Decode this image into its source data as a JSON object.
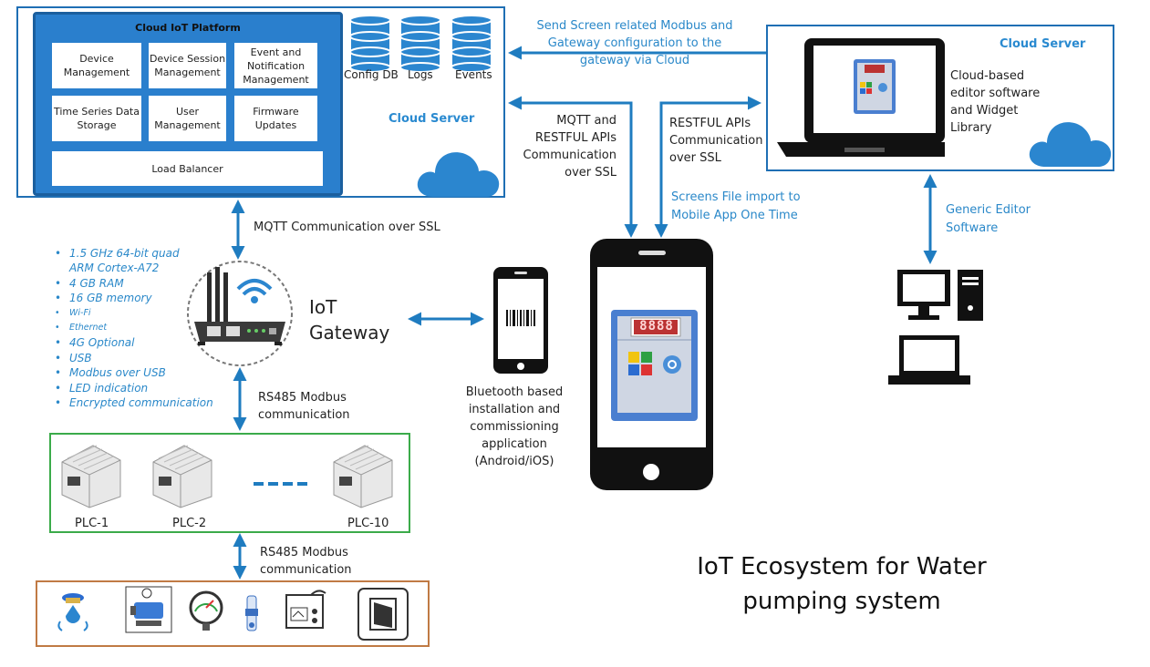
{
  "platform": {
    "title": "Cloud IoT Platform",
    "cells": [
      "Device Management",
      "Device Session Management",
      "Event and Notification Management",
      "Time Series Data Storage",
      "User Management",
      "Firmware Updates"
    ],
    "load_balancer": "Load Balancer"
  },
  "databases": [
    "Config DB",
    "Logs",
    "Events"
  ],
  "cloud_server_left": "Cloud Server",
  "cloud_server_right": "Cloud Server",
  "right_editor_text": "Cloud-based editor software and Widget Library",
  "arrow_labels": {
    "send_screen": "Send Screen related Modbus and Gateway configuration to the gateway via Cloud",
    "mqtt_restful": "MQTT and RESTFUL APIs Communication over SSL",
    "restful": "RESTFUL APIs Communication over SSL",
    "screens_import": "Screens File import to Mobile App One Time",
    "generic_editor": "Generic Editor Software",
    "mqtt_ssl": "MQTT Communication over SSL",
    "rs485_1": "RS485 Modbus communication",
    "rs485_2": "RS485 Modbus communication"
  },
  "gateway": {
    "label": "IoT Gateway"
  },
  "specs": [
    "1.5 GHz 64-bit quad ARM Cortex-A72",
    "4 GB RAM",
    "16 GB memory",
    "Wi-Fi",
    "Ethernet",
    "4G Optional",
    "USB",
    "Modbus over USB",
    "LED indication",
    "Encrypted communication"
  ],
  "bluetooth_app": "Bluetooth based installation and commissioning application (Android/iOS)",
  "plcs": [
    "PLC-1",
    "PLC-2",
    "PLC-10"
  ],
  "device_display": "8888",
  "title": "IoT Ecosystem for Water pumping system",
  "colors": {
    "accent_blue": "#2a88c9",
    "platform_blue": "#2a7fcd",
    "green": "#3bab4a",
    "orange": "#c07a44"
  }
}
